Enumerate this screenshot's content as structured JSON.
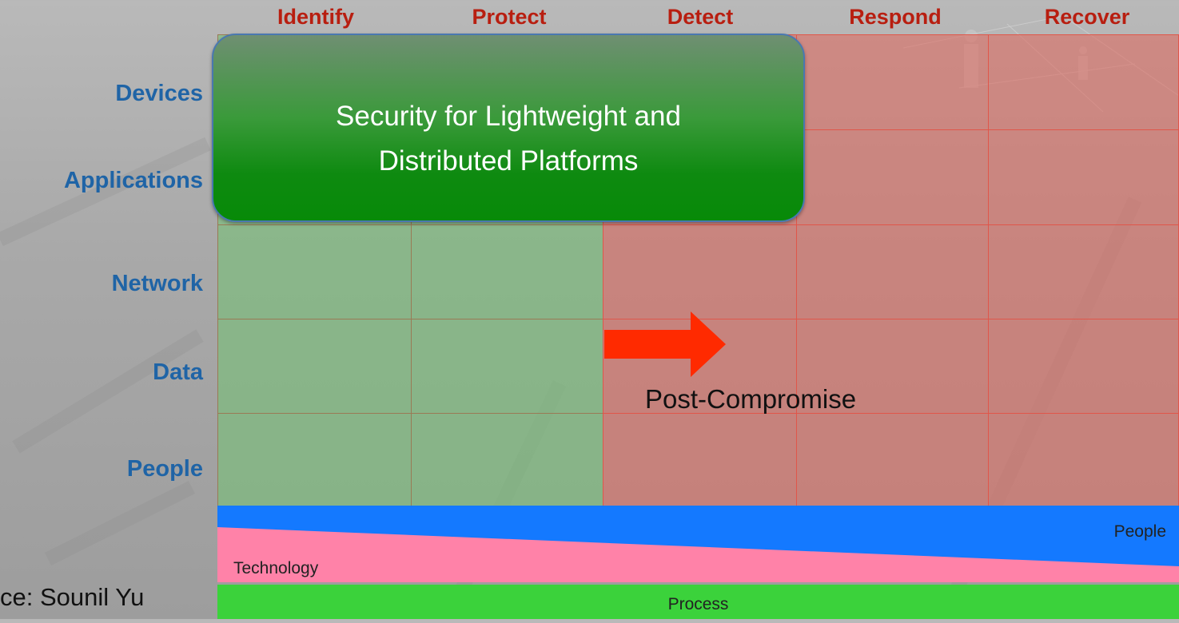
{
  "columns": [
    "Identify",
    "Protect",
    "Detect",
    "Respond",
    "Recover"
  ],
  "rows": [
    "Devices",
    "Applications",
    "Network",
    "Data",
    "People"
  ],
  "callout": {
    "line1": "Security for Lightweight and",
    "line2": "Distributed Platforms"
  },
  "arrow_label": "Post-Compromise",
  "bands": {
    "people": "People",
    "technology": "Technology",
    "process": "Process"
  },
  "source_text": "ce: Sounil Yu",
  "colors": {
    "column_header": "#b81e10",
    "row_header": "#1f64a6",
    "pre_zone": "#78be78",
    "post_zone": "#dc6e64",
    "arrow": "#ff2a00",
    "people_band": "#1479ff",
    "technology_band": "#ff82a8",
    "process_band": "#3bd23b"
  }
}
